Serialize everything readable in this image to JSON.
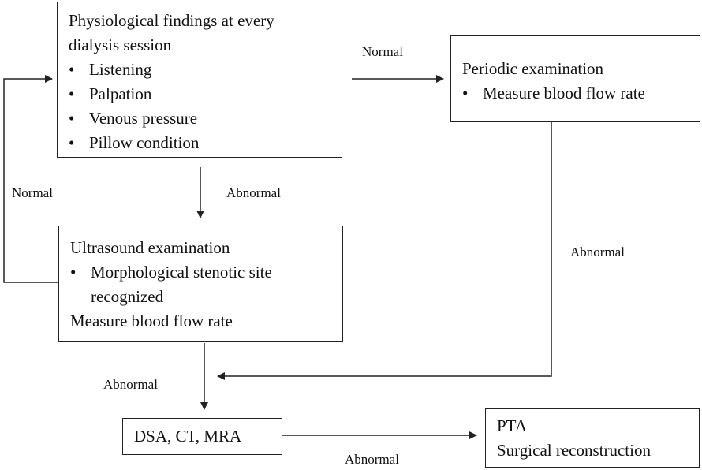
{
  "box_physio": {
    "title_line1": "Physiological findings at every",
    "title_line2": "dialysis session",
    "bullets": [
      "Listening",
      "Palpation",
      "Venous pressure",
      "Pillow condition"
    ]
  },
  "box_periodic": {
    "title": "Periodic examination",
    "bullets": [
      "Measure blood flow rate"
    ]
  },
  "box_ultrasound": {
    "title": "Ultrasound examination",
    "bullet_line1": "Morphological stenotic site",
    "bullet_line2": "recognized",
    "footer": "Measure blood flow rate"
  },
  "box_dsa": {
    "title": "DSA, CT, MRA"
  },
  "box_pta": {
    "line1": "PTA",
    "line2": "Surgical reconstruction"
  },
  "bullet_glyph": "•",
  "edge_labels": {
    "physio_to_periodic": "Normal",
    "physio_to_ultrasound": "Abnormal",
    "ultrasound_to_physio": "Normal",
    "periodic_to_dsa": "Abnormal",
    "ultrasound_to_dsa": "Abnormal",
    "dsa_to_pta": "Abnormal"
  }
}
